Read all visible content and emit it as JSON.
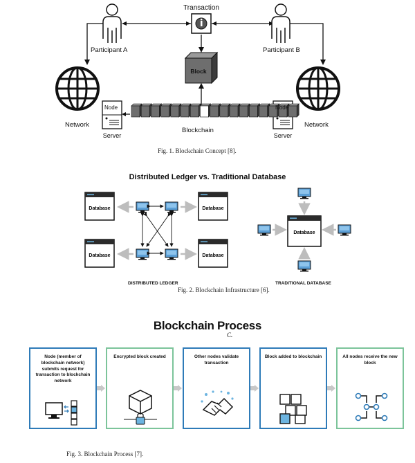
{
  "fig1": {
    "transaction_label": "Transaction",
    "participant_a": "Participant A",
    "participant_b": "Participant B",
    "block_label": "Block",
    "blockchain_label": "Blockchain",
    "node_label": "Node",
    "server_label": "Server",
    "network_label": "Network",
    "caption": "Fig. 1. Blockchain Concept [8]."
  },
  "fig2": {
    "title": "Distributed Ledger vs. Traditional Database",
    "database_label": "Database",
    "distributed_label": "DISTRIBUTED LEDGER",
    "traditional_label": "TRADITIONAL DATABASE",
    "caption": "Fig. 2. Blockchain Infrastructure [6]."
  },
  "fig3": {
    "title": "Blockchain Process",
    "section_marker": "C.",
    "steps": [
      {
        "text": "Node (member of blockchain network) submits request for transaction to blockchain network",
        "icon": "computer-blocks-icon"
      },
      {
        "text": "Encrypted block created",
        "icon": "cube-lock-icon"
      },
      {
        "text": "Other nodes validate transaction",
        "icon": "handshake-icon"
      },
      {
        "text": "Block added to blockchain",
        "icon": "stacked-cubes-icon"
      },
      {
        "text": "All nodes receive the new block",
        "icon": "network-nodes-icon"
      }
    ],
    "colors": {
      "blue": "#2e7bb8",
      "green": "#7cc49a",
      "arrow": "#c8c8c8"
    },
    "caption": "Fig. 3. Blockchain Process [7]."
  }
}
